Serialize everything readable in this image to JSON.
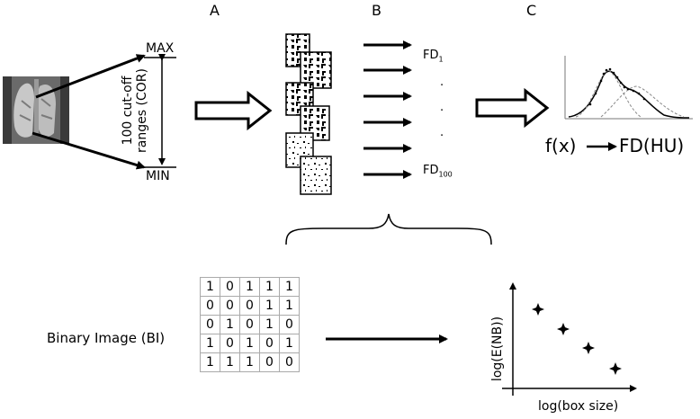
{
  "panels": {
    "a": "A",
    "b": "B",
    "c": "C"
  },
  "range": {
    "max": "MAX",
    "min": "MIN",
    "line1": "100 cut-off",
    "line2": "ranges (COR)"
  },
  "fd": {
    "first_base": "FD",
    "first_sub": "1",
    "dots": [
      "·",
      "·",
      "·"
    ],
    "last_base": "FD",
    "last_sub": "100"
  },
  "function_label": {
    "left": "f(x)",
    "right": "FD(HU)"
  },
  "binary": {
    "label": "Binary Image (BI)",
    "matrix": [
      [
        "1",
        "0",
        "1",
        "1",
        "1"
      ],
      [
        "0",
        "0",
        "0",
        "1",
        "1"
      ],
      [
        "0",
        "1",
        "0",
        "1",
        "0"
      ],
      [
        "1",
        "0",
        "1",
        "0",
        "1"
      ],
      [
        "1",
        "1",
        "1",
        "0",
        "0"
      ]
    ]
  },
  "plot": {
    "ylabel": "log(E(NB))",
    "xlabel": "log(box size)"
  },
  "colors": {
    "ink": "#000000",
    "grid": "#aaaaaa",
    "image_bg": "#5a5a5a"
  }
}
